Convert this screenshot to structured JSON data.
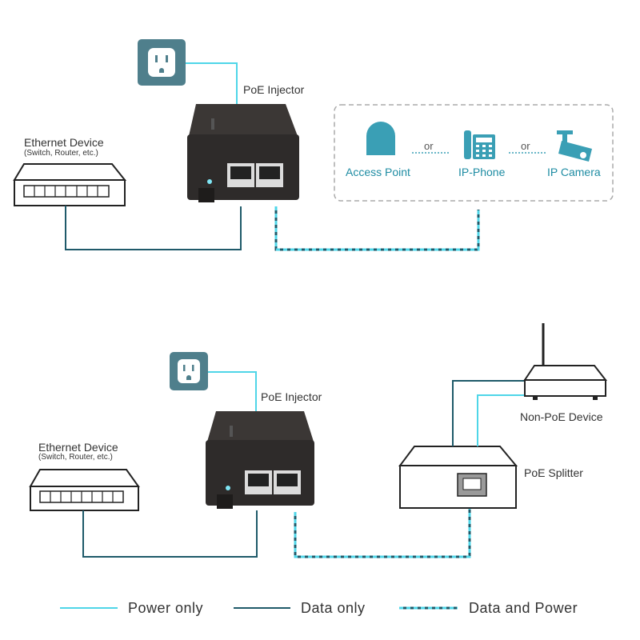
{
  "top": {
    "injector_label": "PoE Injector",
    "ethernet_title": "Ethernet Device",
    "ethernet_sub": "(Switch, Router, etc.)",
    "devices": [
      "Access Point",
      "IP-Phone",
      "IP Camera"
    ],
    "or": "or"
  },
  "bottom": {
    "injector_label": "PoE Injector",
    "ethernet_title": "Ethernet Device",
    "ethernet_sub": "(Switch, Router, etc.)",
    "nonpoe_label": "Non-PoE Device",
    "splitter_label": "PoE Splitter"
  },
  "legend": {
    "power_only": "Power only",
    "data_only": "Data only",
    "data_power": "Data and Power"
  },
  "colors": {
    "power": "#4fd6e8",
    "data": "#1f5a6a",
    "outlet_bg": "#4f7f8c",
    "injector": "#2e2b2a",
    "device_teal": "#3a9fb5"
  }
}
